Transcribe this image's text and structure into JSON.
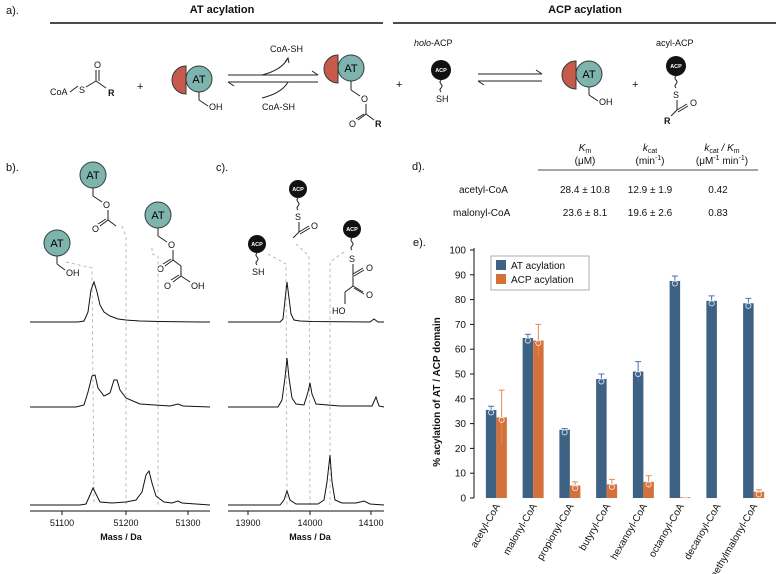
{
  "panel_a": {
    "label": "a).",
    "header_at": "AT acylation",
    "header_acp": "ACP acylation",
    "coa_s": "CoA",
    "s_atom": "S",
    "o_atom": "O",
    "r_group": "R",
    "plus": "+",
    "at": "AT",
    "oh": "OH",
    "coash_top": "CoA-SH",
    "coash_bottom": "CoA-SH",
    "holo_acp_italic": "holo",
    "holo_acp_rest": "-ACP",
    "acp": "ACP",
    "sh": "SH",
    "acyl_acp": "acyl-ACP"
  },
  "panel_b": {
    "label": "b).",
    "at": "AT",
    "oh": "OH",
    "o_atom": "O",
    "cooh": "OH",
    "xticks": [
      "51100",
      "51200",
      "51300"
    ],
    "xlabel": "Mass / Da"
  },
  "panel_c": {
    "label": "c).",
    "acp": "ACP",
    "sh": "SH",
    "s_atom": "S",
    "o_atom": "O",
    "ho": "HO",
    "xticks": [
      "13900",
      "14000",
      "14100"
    ],
    "xlabel": "Mass / Da"
  },
  "panel_d": {
    "label": "d).",
    "col1_main": "K",
    "col1_sub": "m",
    "col1_unit": "(μM)",
    "col2_main": "k",
    "col2_sub": "cat",
    "col2_unit": "(min",
    "col2_unit_sup": "-1",
    "col2_unit_end": ")",
    "col3_k": "k",
    "col3_ksub": "cat",
    "col3_slash": " / K",
    "col3_msub": "m",
    "col3_unit": "(μM",
    "col3_unit_sup1": "-1",
    "col3_unit_mid": " min",
    "col3_unit_sup2": "-1",
    "col3_unit_end": ")",
    "rows": [
      {
        "name": "acetyl-CoA",
        "km": "28.4 ± 10.8",
        "kcat": "12.9 ± 1.9",
        "ratio": "0.42"
      },
      {
        "name": "malonyl-CoA",
        "km": "23.6 ± 8.1",
        "kcat": "19.6 ± 2.6",
        "ratio": "0.83"
      }
    ]
  },
  "panel_e": {
    "label": "e)."
  },
  "colors": {
    "at_blue": "#3d6283",
    "acp_orange": "#d4703a",
    "at_teal": "#7fb3ae",
    "red": "#c85a4c"
  },
  "chart_data": {
    "type": "bar",
    "title": "",
    "xlabel": "",
    "ylabel": "% acylation of AT / ACP domain",
    "ylim": [
      0,
      100
    ],
    "yticks": [
      0,
      10,
      20,
      30,
      40,
      50,
      60,
      70,
      80,
      90,
      100
    ],
    "grid": false,
    "legend_position": "top-left",
    "categories": [
      "acetyl-CoA",
      "malonyl-CoA",
      "propionyl-CoA",
      "butyryl-CoA",
      "hexanoyl-CoA",
      "octanoyl-CoA",
      "decanoyl-CoA",
      "methylmalonyl-CoA"
    ],
    "series": [
      {
        "name": "AT acylation",
        "color": "#3d6283",
        "values": [
          35.5,
          64.5,
          27.5,
          48,
          51,
          87.5,
          79.5,
          78.5
        ],
        "errors": [
          1.5,
          1.5,
          0.5,
          2,
          4,
          2,
          2,
          2
        ]
      },
      {
        "name": "ACP acylation",
        "color": "#d4703a",
        "values": [
          32.5,
          63.5,
          5,
          5.5,
          6.5,
          0.3,
          0,
          2.5
        ],
        "errors": [
          11,
          6.5,
          1.5,
          2,
          2.5,
          0,
          0,
          0.8
        ]
      }
    ]
  }
}
